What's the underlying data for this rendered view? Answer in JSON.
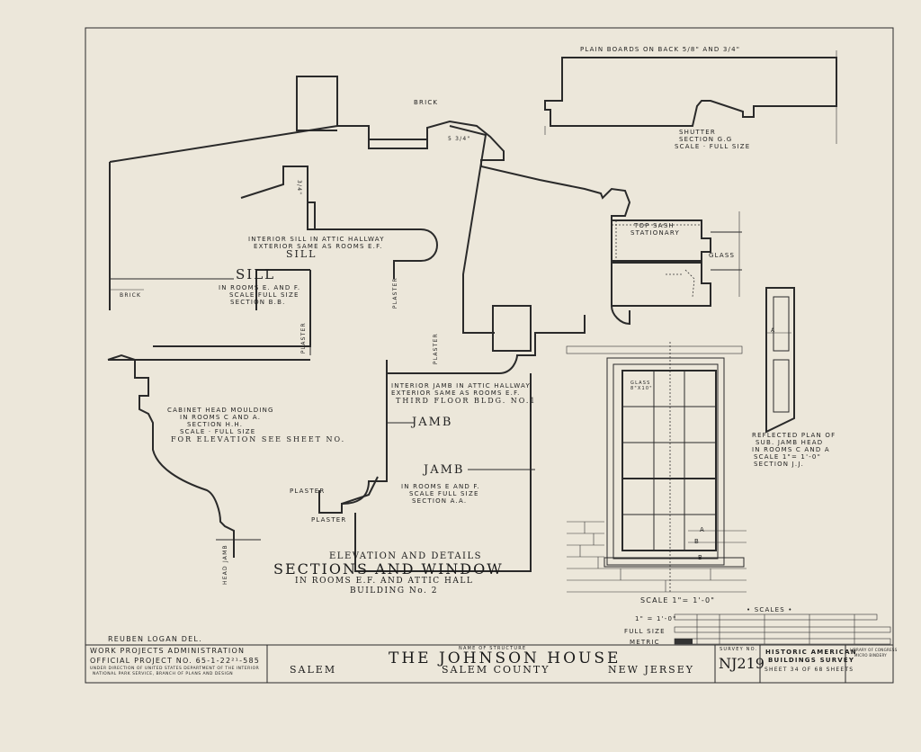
{
  "sheet": {
    "delineator": "REUBEN LOGAN DEL.",
    "agency_line1": "WORK PROJECTS ADMINISTRATION",
    "agency_line2": "OFFICIAL PROJECT No. 65-1-22²¹-585",
    "agency_line3": "UNDER DIRECTION OF UNITED STATES DEPARTMENT OF THE INTERIOR",
    "agency_line4": "NATIONAL PARK SERVICE, BRANCH OF PLANS AND DESIGN",
    "structure_caption": "NAME OF STRUCTURE",
    "structure_name": "THE JOHNSON HOUSE",
    "city": "SALEM",
    "county": "SALEM COUNTY",
    "state": "NEW JERSEY",
    "survey_caption": "SURVEY No.",
    "survey_no": "NJ219",
    "habs_line1": "HISTORIC AMERICAN",
    "habs_line2": "BUILDINGS SURVEY",
    "sheet_count": "SHEET 34 OF 68 SHEETS",
    "library_note1": "LIBRARY OF CONGRESS",
    "library_note2": "MICRO BINDERY"
  },
  "scales": {
    "title": "• SCALES •",
    "row1": "1\" = 1'-0\"",
    "row2": "FULL SIZE",
    "row3": "METRIC"
  },
  "drawing_title": {
    "line1": "ELEVATION AND DETAILS",
    "line2": "SECTIONS AND WINDOW",
    "line3": "IN ROOMS E.F. AND ATTIC HALL",
    "line4": "BUILDING No. 2"
  },
  "labels": {
    "plain_boards": "PLAIN BOARDS ON BACK 5/8\" AND 3/4\"",
    "shutter_1": "SHUTTER",
    "shutter_2": "SECTION G.G",
    "shutter_3": "SCALE · FULL SIZE",
    "brick_top": "BRICK",
    "dim_534": "5 3/4\"",
    "dim_small": "3/4\"",
    "top_sash_1": "TOP SASH",
    "top_sash_2": "STATIONARY",
    "glass_mid": "GLASS",
    "attic_sill_1": "INTERIOR SILL IN ATTIC HALLWAY",
    "attic_sill_2": "EXTERIOR SAME AS ROOMS E.F.",
    "sill_small": "SILL",
    "sill_big": "SILL",
    "sill_1": "IN ROOMS E. AND F.",
    "sill_2": "SCALE FULL SIZE",
    "sill_3": "SECTION B.B.",
    "brick_left": "BRICK",
    "plaster_1": "PLASTER",
    "plaster_2": "PLASTER",
    "plaster_3": "PLASTER",
    "plaster_4": "PLASTER",
    "plaster_5": "PLASTER",
    "cabinet_1": "CABINET HEAD MOULDING",
    "cabinet_2": "IN ROOMS C AND A.",
    "cabinet_3": "SECTION H.H.",
    "cabinet_4": "SCALE · FULL SIZE",
    "cabinet_5": "FOR ELEVATION SEE SHEET No.",
    "head_jamb": "HEAD JAMB",
    "attic_jamb_1": "INTERIOR JAMB IN ATTIC HALLWAY",
    "attic_jamb_2": "EXTERIOR SAME AS ROOMS E.F.",
    "attic_jamb_3": "THIRD FLOOR BLDG. No.1",
    "jamb_upper": "JAMB",
    "jamb_lower": "JAMB",
    "jamb_1": "IN ROOMS E AND F.",
    "jamb_2": "SCALE FULL SIZE",
    "jamb_3": "SECTION A.A.",
    "glass_pane": "GLASS 8\"x10\"",
    "reflected_1": "REFLECTED PLAN OF",
    "reflected_2": "SUB. JAMB HEAD",
    "reflected_3": "IN ROOMS C AND A",
    "reflected_4": "SCALE 1\"= 1'-0\"",
    "reflected_5": "SECTION J.J.",
    "letter_a": "A",
    "letter_b": "B",
    "letter_a2": "A",
    "letter_b2": "B",
    "window_scale": "SCALE 1\"= 1'-0\""
  }
}
